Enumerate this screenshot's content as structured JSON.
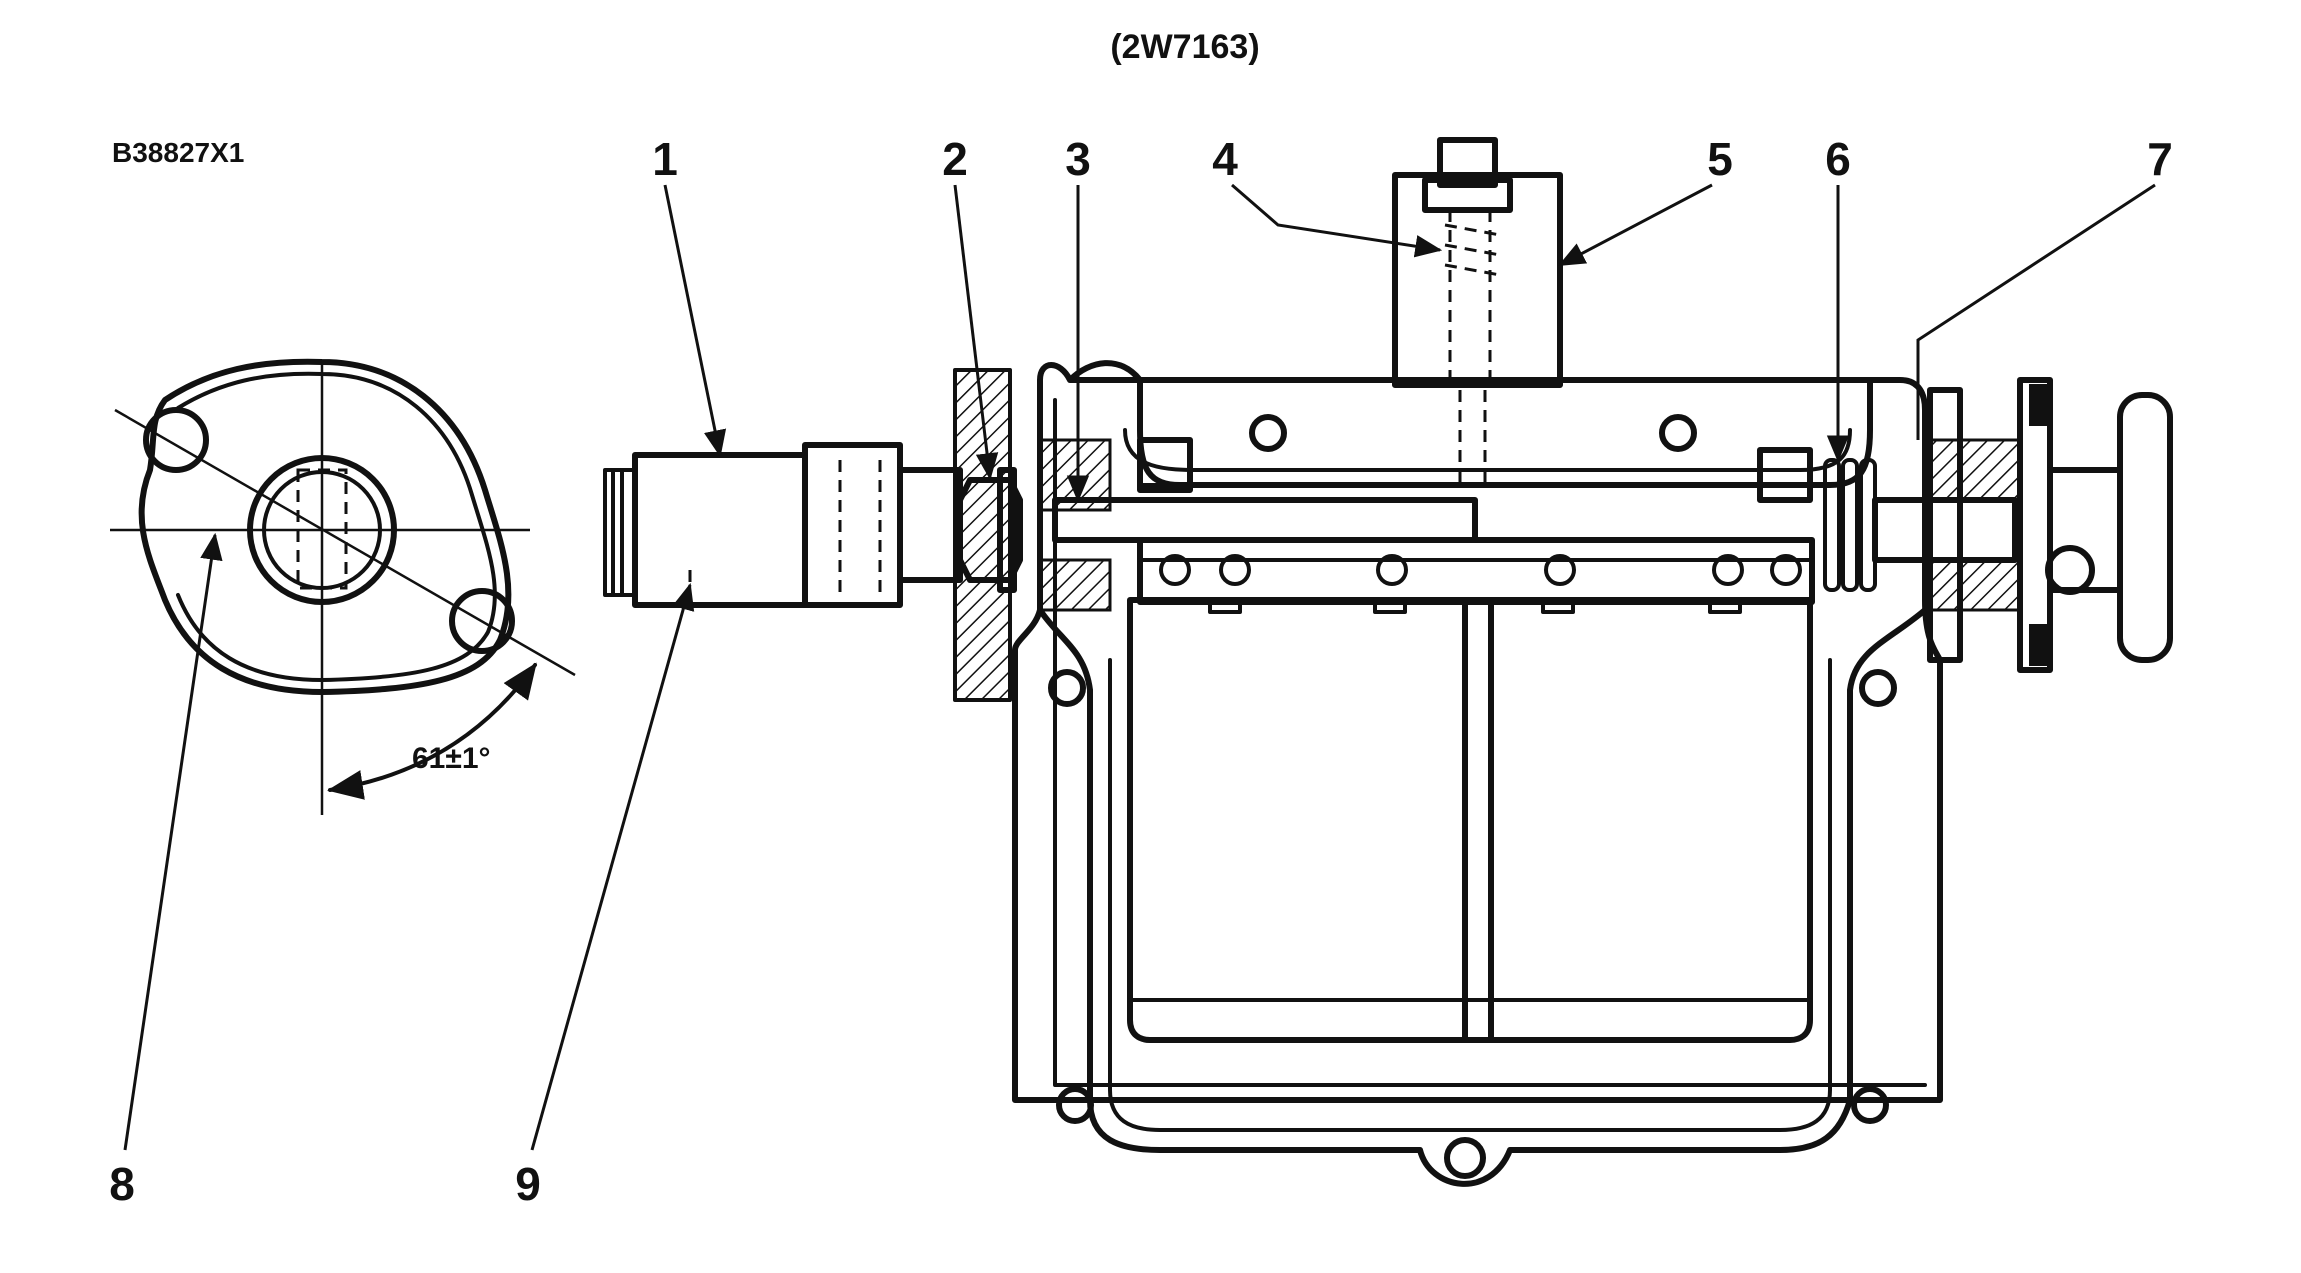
{
  "figure": {
    "title": "(2W7163)",
    "drawing_code": "B38827X1",
    "angle_label": "61±1°"
  },
  "callouts": [
    {
      "id": "1",
      "label": "1"
    },
    {
      "id": "2",
      "label": "2"
    },
    {
      "id": "3",
      "label": "3"
    },
    {
      "id": "4",
      "label": "4"
    },
    {
      "id": "5",
      "label": "5"
    },
    {
      "id": "6",
      "label": "6"
    },
    {
      "id": "7",
      "label": "7"
    },
    {
      "id": "8",
      "label": "8"
    },
    {
      "id": "9",
      "label": "9"
    }
  ]
}
